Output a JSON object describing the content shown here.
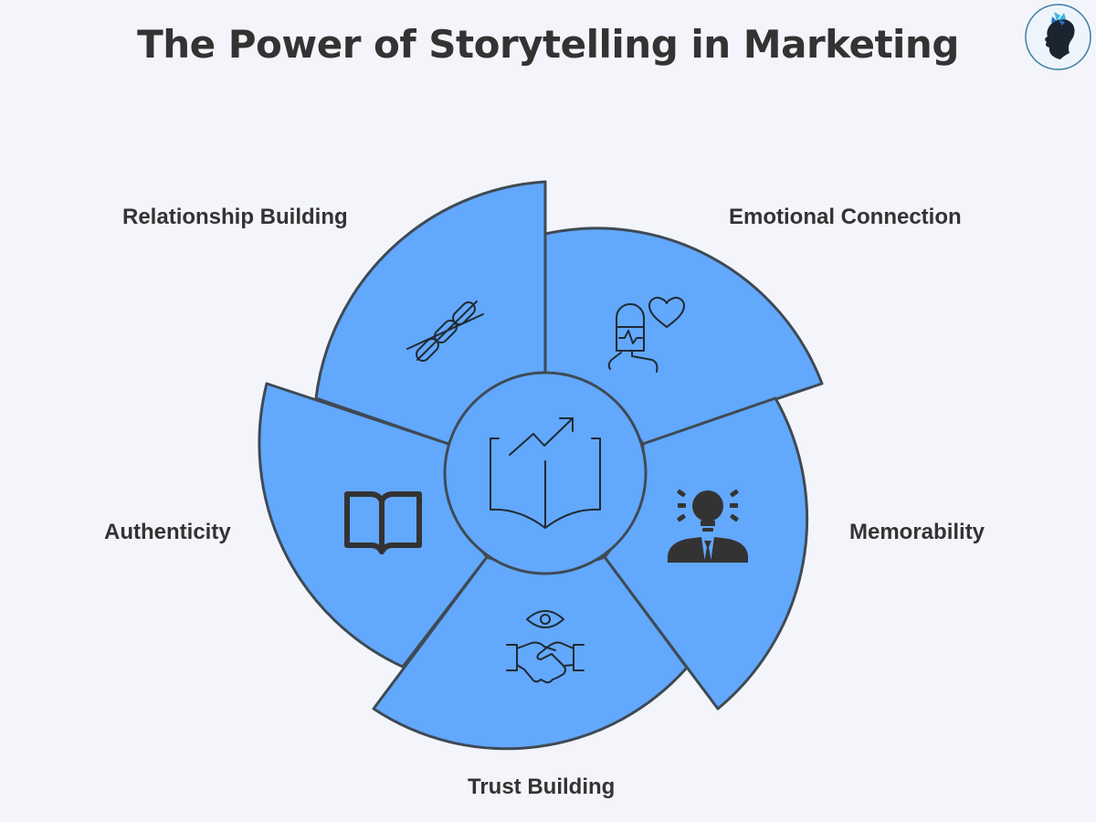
{
  "title": "The Power of Storytelling in Marketing",
  "colors": {
    "background": "#f3f5fa",
    "segment_fill": "#62a8fc",
    "segment_stroke": "#3f4a55",
    "icon_dark": "#333333",
    "text": "#333333"
  },
  "brand_logo": {
    "icon": "woman-silhouette-butterfly-logo"
  },
  "center": {
    "icon": "open-book-with-growth-arrow-icon"
  },
  "segments": [
    {
      "label": "Relationship Building",
      "icon": "chain-links-icon"
    },
    {
      "label": "Emotional Connection",
      "icon": "hand-touch-heart-icon"
    },
    {
      "label": "Memorability",
      "icon": "lightbulb-person-icon"
    },
    {
      "label": "Trust Building",
      "icon": "handshake-eye-icon"
    },
    {
      "label": "Authenticity",
      "icon": "open-book-icon"
    }
  ]
}
